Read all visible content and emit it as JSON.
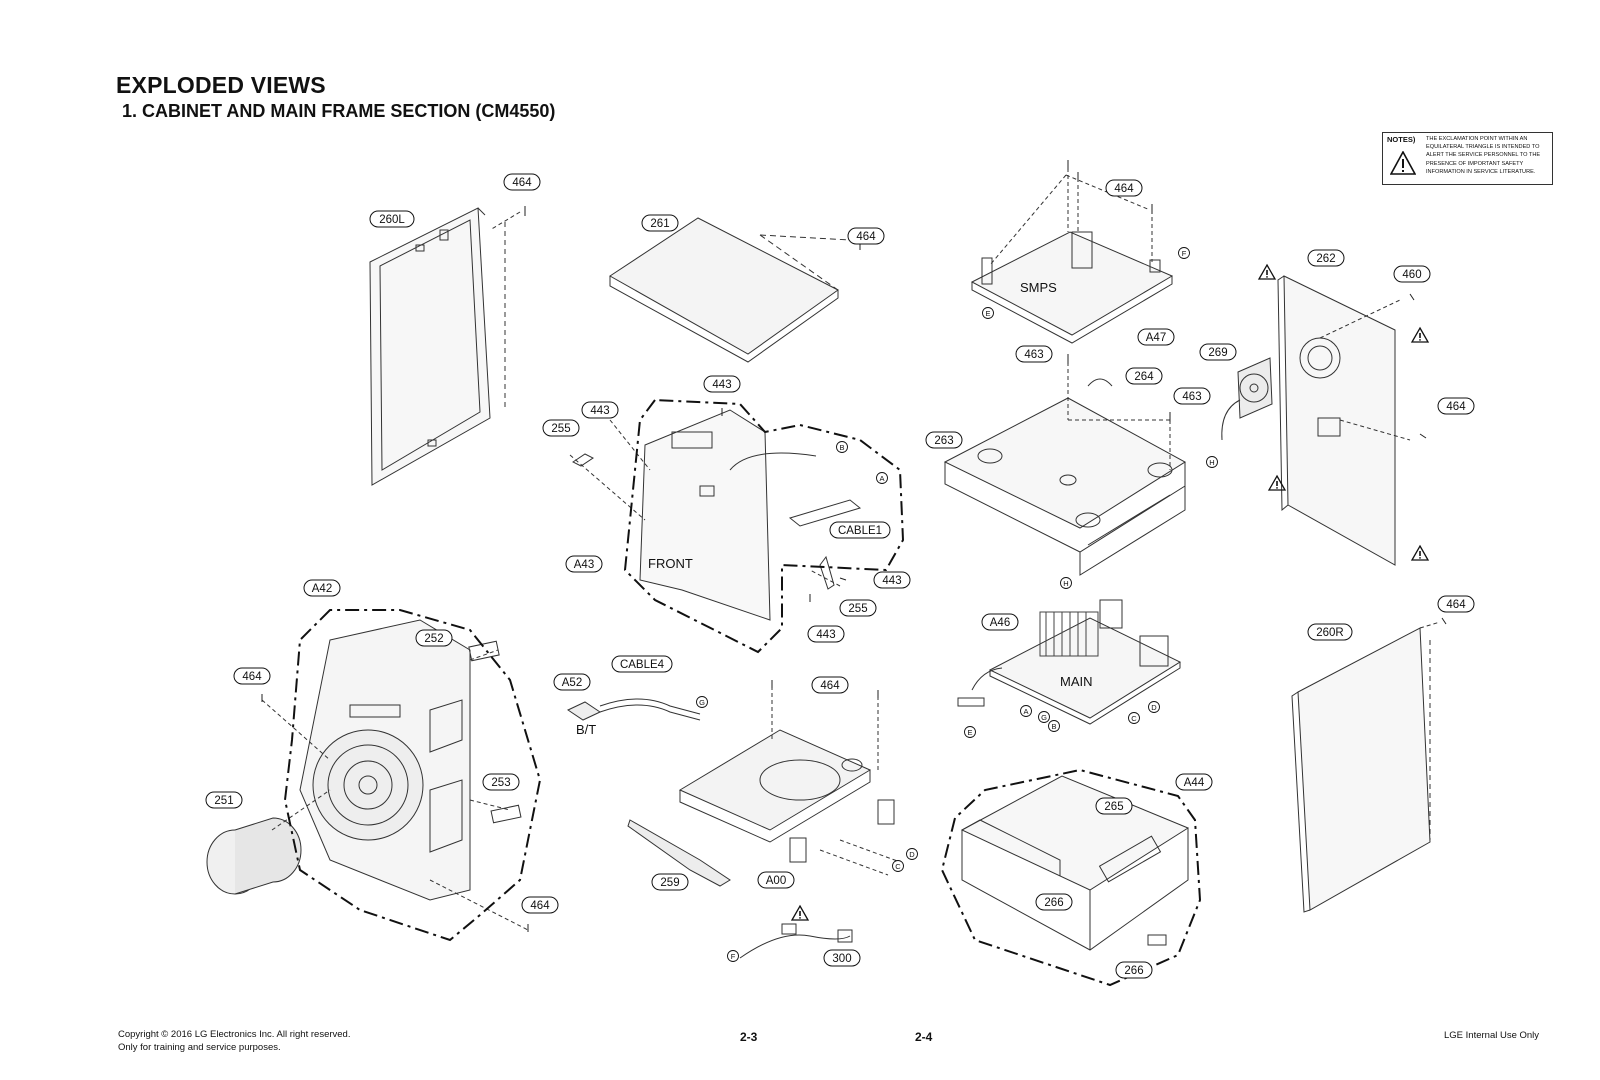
{
  "header": {
    "title": "EXPLODED VIEWS",
    "subtitle": "1. CABINET AND MAIN FRAME SECTION (CM4550)"
  },
  "notes": {
    "label": "NOTES)",
    "text": "THE EXCLAMATION POINT WITHIN AN EQUILATERAL TRIANGLE IS INTENDED TO ALERT THE SERVICE PERSONNEL TO THE PRESENCE OF IMPORTANT SAFETY INFORMATION IN SERVICE LITERATURE."
  },
  "part_labels": [
    "464",
    "260L",
    "261",
    "464",
    "464",
    "262",
    "460",
    "264",
    "263",
    "463",
    "463",
    "269",
    "464",
    "443",
    "443",
    "255",
    "CABLE1",
    "A43",
    "443",
    "255",
    "443",
    "A42",
    "252",
    "464",
    "253",
    "251",
    "464",
    "A52",
    "CABLE4",
    "464",
    "259",
    "A00",
    "300",
    "A46",
    "A44",
    "265",
    "266",
    "266",
    "260R",
    "464",
    "A47"
  ],
  "text_labels": {
    "smps": "SMPS",
    "front": "FRONT",
    "main": "MAIN",
    "bt": "B/T"
  },
  "connector_letters": [
    "A",
    "B",
    "C",
    "D",
    "E",
    "F",
    "G",
    "H"
  ],
  "footer": {
    "copyright": "Copyright © 2016 LG Electronics Inc. All right reserved.",
    "purpose": "Only for training and service purposes.",
    "page_left": "2-3",
    "page_right": "2-4",
    "internal": "LGE Internal Use Only"
  }
}
